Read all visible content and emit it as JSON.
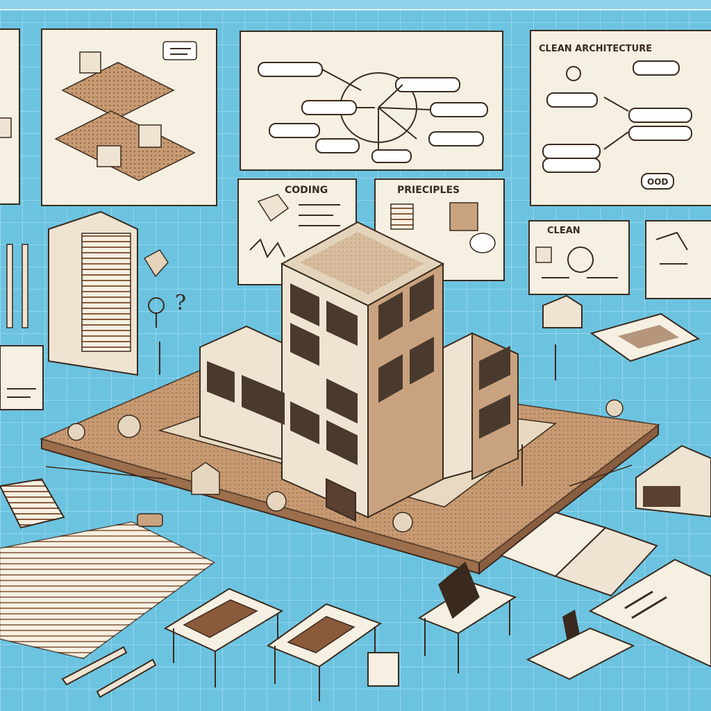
{
  "colors": {
    "background": "#6cc3e0",
    "grid": "#9fdcef",
    "ink": "#3a2a1e",
    "paper": "#f6f0e2",
    "ground": "#c79a72",
    "building_wall": "#efe4d2",
    "building_shade": "#c9a37f"
  },
  "boards": {
    "clean_architecture": "CLEAN ARCHITECTURE",
    "coding": "CODING",
    "principles": "PRIECIPLES",
    "clean": "CLEAN",
    "ooo": "OOD"
  },
  "icons": [
    "pencil-icon",
    "magnifier-icon",
    "question-mark-icon",
    "recycle-arrows-icon",
    "laptop-icon",
    "keyboard-icon",
    "clipboard-icon",
    "open-book-icon",
    "gear-icon",
    "lamp-icon"
  ]
}
